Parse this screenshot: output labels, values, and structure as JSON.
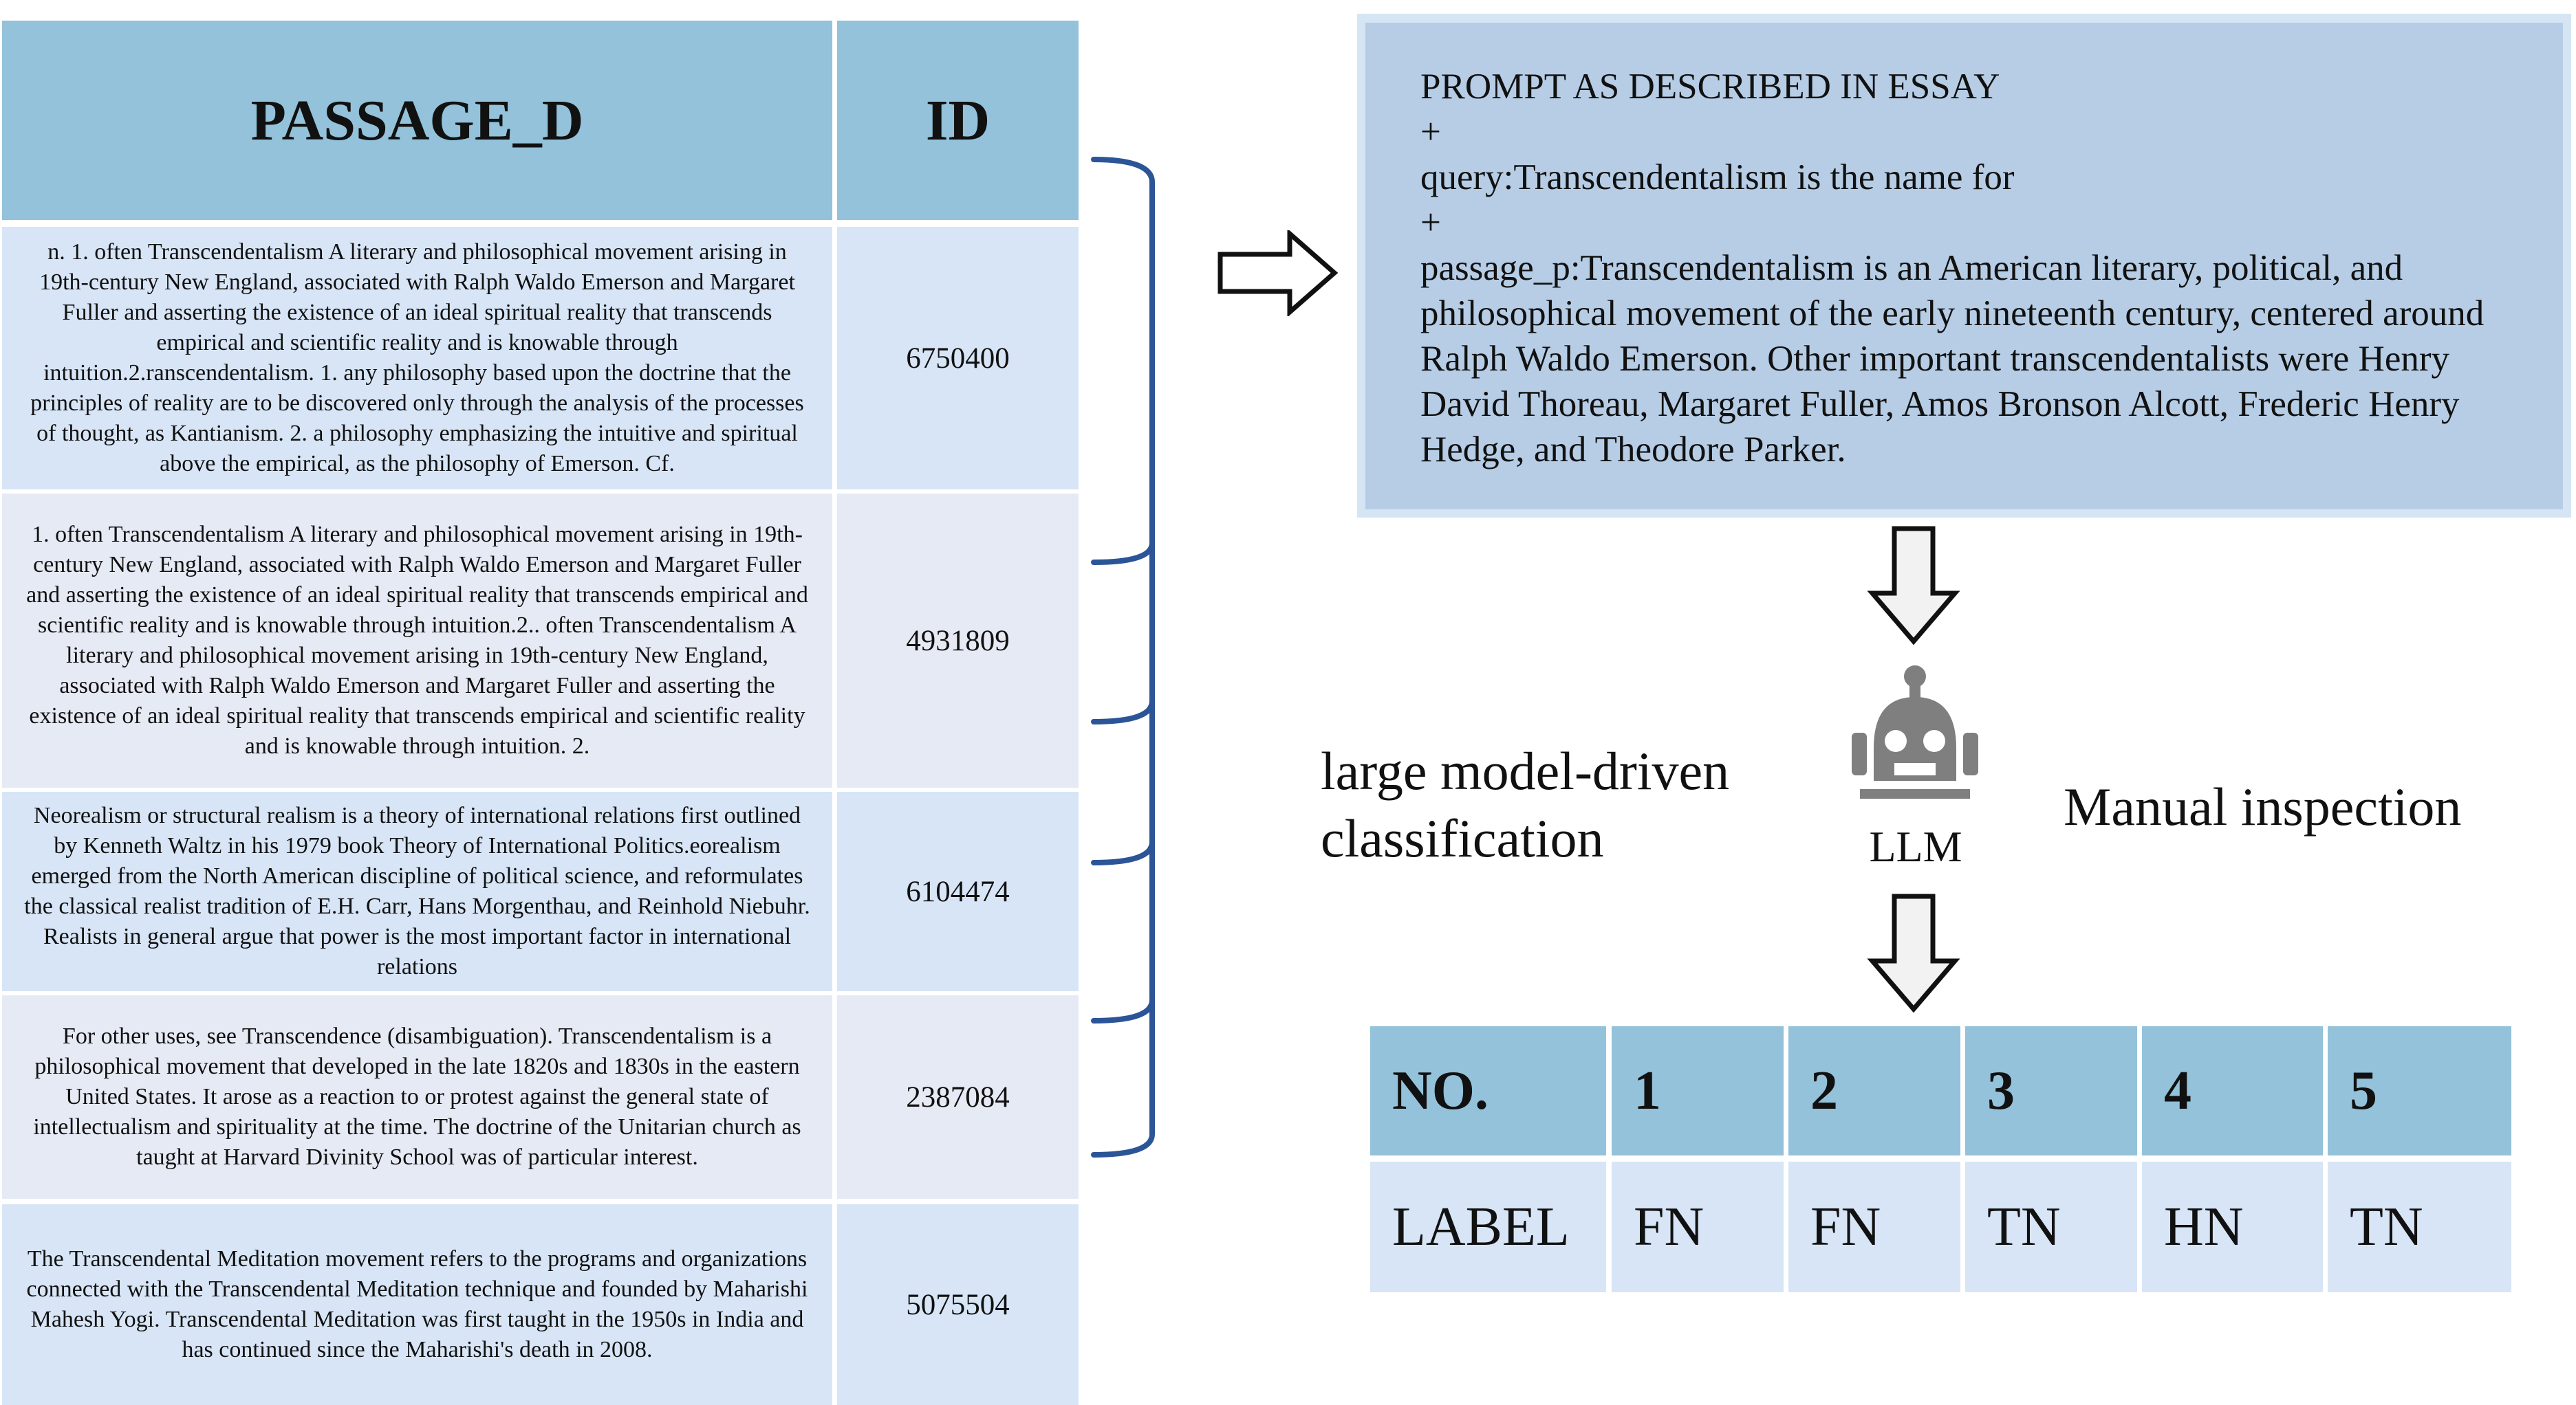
{
  "table": {
    "header": {
      "passage": "PASSAGE_D",
      "id": "ID"
    },
    "rows": [
      {
        "passage": "n. 1. often Transcendentalism A literary and philosophical movement arising in 19th-century New England, associated with Ralph Waldo Emerson and Margaret Fuller and asserting the existence of an ideal spiritual reality that transcends empirical and scientific reality and is knowable through intuition.2.ranscendentalism. 1. any philosophy based upon the doctrine that the principles of reality are to be discovered only through the analysis of the processes of thought, as Kantianism. 2. a philosophy emphasizing the intuitive and spiritual above the empirical, as the philosophy of Emerson. Cf.",
        "id": "6750400"
      },
      {
        "passage": "1. often Transcendentalism A literary and philosophical movement arising in 19th-century New England, associated with Ralph Waldo Emerson and Margaret Fuller and asserting the existence of an ideal spiritual reality that transcends empirical and scientific reality and is knowable through intuition.2.. often Transcendentalism A literary and philosophical movement arising in 19th-century New England, associated with Ralph Waldo Emerson and Margaret Fuller and asserting the existence of an ideal spiritual reality that transcends empirical and scientific reality and is knowable through intuition. 2.",
        "id": "4931809"
      },
      {
        "passage": "Neorealism or structural realism is a theory of international relations first outlined by Kenneth Waltz in his 1979 book Theory of International Politics.eorealism emerged from the North American discipline of political science, and reformulates the classical realist tradition of E.H. Carr, Hans Morgenthau, and Reinhold Niebuhr. Realists in general argue that power is the most important factor in international relations",
        "id": "6104474"
      },
      {
        "passage": "For other uses, see Transcendence (disambiguation). Transcendentalism is a philosophical movement that developed in the late 1820s and 1830s in the eastern United States. It arose as a reaction to or protest against the general state of intellectualism and spirituality at the time. The doctrine of the Unitarian church as taught at Harvard Divinity School was of particular interest.",
        "id": "2387084"
      },
      {
        "passage": "The Transcendental Meditation movement refers to the programs and organizations connected with the Transcendental Meditation technique and founded by Maharishi Mahesh Yogi. Transcendental Meditation was first taught in the 1950s in India and has continued since the Maharishi's death in 2008.",
        "id": "5075504"
      }
    ]
  },
  "prompt": {
    "line1": "PROMPT AS DESCRIBED IN ESSAY",
    "plus1": "+",
    "query": "query:Transcendentalism is the name for",
    "plus2": "+",
    "passage": "passage_p:Transcendentalism is an American literary, political, and philosophical movement of the early nineteenth century, centered around Ralph Waldo Emerson. Other important transcendentalists were Henry David Thoreau, Margaret Fuller, Amos Bronson Alcott, Frederic Henry Hedge, and Theodore Parker."
  },
  "captions": {
    "left": "large model-driven classification",
    "right": "Manual inspection",
    "llm": "LLM"
  },
  "icons": {
    "robot": "robot-icon",
    "arrow": "arrow-icon"
  },
  "label_table": {
    "header": [
      "NO.",
      "1",
      "2",
      "3",
      "4",
      "5"
    ],
    "row": [
      "LABEL",
      "FN",
      "FN",
      "TN",
      "HN",
      "TN"
    ]
  },
  "colors": {
    "header_fill": "#93c2da",
    "row_fill_light": "#d7e5f6",
    "row_fill_pale": "#e6eaf4",
    "prompt_fill": "#b6cde5",
    "brace": "#2b5597",
    "robot": "#7f7f7f"
  }
}
